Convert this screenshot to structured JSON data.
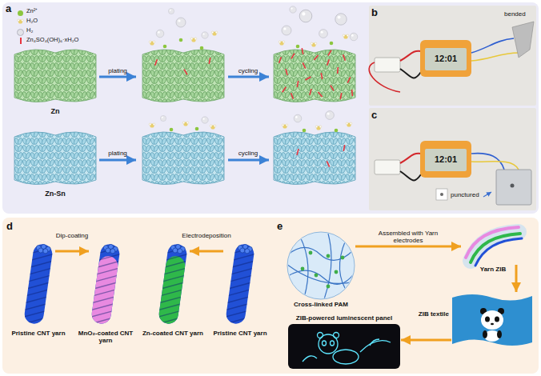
{
  "diagram": {
    "nodes": [
      {
        "text": [
          "Pristine CNT yarn"
        ]
      },
      {
        "text": [
          "MnO₂-coated CNT yarn"
        ]
      },
      {
        "text": [
          "Zn-coated CNT yarn"
        ]
      },
      {
        "text": [
          "Pristine CNT yarn"
        ]
      },
      {
        "text": [
          "Cross-linked PAM"
        ]
      },
      {
        "text": [
          "Yarn ZIB"
        ]
      },
      {
        "text": [
          "ZIB textile"
        ]
      },
      {
        "text": [
          "ZIB-powered luminescent panel"
        ]
      }
    ],
    "edges": [
      {
        "from": 0,
        "to": 1,
        "label": "Dip-coating",
        "arrow": "to"
      },
      {
        "from": 3,
        "to": 2,
        "label": "Electrodeposition",
        "arrow": "to"
      },
      {
        "from": 4,
        "to": 5,
        "label": "Assembled with Yarn electrodes",
        "arrow": "to"
      },
      {
        "from": 5,
        "to": 6,
        "arrow": "to"
      },
      {
        "from": 6,
        "to": 7,
        "arrow": "to"
      }
    ],
    "labels": [
      "a",
      "b",
      "c",
      "d",
      "e",
      "Zn",
      "Zn-Sn",
      "plating",
      "cycling",
      "plating",
      "cycling",
      "bended",
      "punctured",
      "12:01",
      "12:01"
    ],
    "legend": [
      {
        "text": "Zn²⁺",
        "color": "#8cc63f"
      },
      {
        "text": "H₂O"
      },
      {
        "text": "H₂",
        "color": "#e2e2e8"
      },
      {
        "text": "Zn₄SO₄(OH)₆·xH₂O",
        "color": "#e8343f"
      }
    ]
  }
}
